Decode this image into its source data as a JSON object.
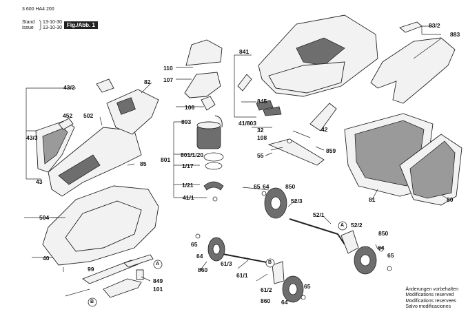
{
  "header": {
    "doc_number": "3 600 HA4 200",
    "stand_label": "Stand",
    "issue_label": "Issue",
    "stand_date": "13-10-30",
    "issue_date": "13-10-30",
    "figure_label": "Fig./Abb. 1"
  },
  "parts": {
    "p110": "110",
    "p107": "107",
    "p106": "106",
    "p893": "893",
    "p801_120": "801/1/20",
    "p801": "801",
    "p1_17": "1/17",
    "p1_21": "1/21",
    "p41_1": "41/1",
    "p43_2": "43/2",
    "p82": "82",
    "p452": "452",
    "p502": "502",
    "p43_3": "43/3",
    "p85": "85",
    "p43": "43",
    "p504": "504",
    "p40": "40",
    "p99": "99",
    "p849": "849",
    "p101": "101",
    "pB1": "B",
    "pA1": "A",
    "p841": "841",
    "p845": "845",
    "p41_803": "41/803",
    "p32": "32",
    "p42": "42",
    "p108": "108",
    "p859": "859",
    "p55": "55",
    "p83_2": "83/2",
    "p883": "883",
    "p81": "81",
    "p80": "80",
    "p65a": "65",
    "p64a": "64",
    "p850a": "850",
    "p52_3": "52/3",
    "p52_1": "52/1",
    "p52_2": "52/2",
    "pA2": "A",
    "p65b": "65",
    "p64b": "64",
    "p860a": "860",
    "p61_3": "61/3",
    "p61_1": "61/1",
    "pB2": "B",
    "p61_2": "61/2",
    "p850b": "850",
    "p64c": "64",
    "p65c": "65",
    "p65d": "65",
    "p860b": "860",
    "p64d": "64"
  },
  "notes": [
    "Änderungen vorbehalten",
    "Modifications reserved",
    "Modifications reservees",
    "Salvo modificaciones"
  ]
}
